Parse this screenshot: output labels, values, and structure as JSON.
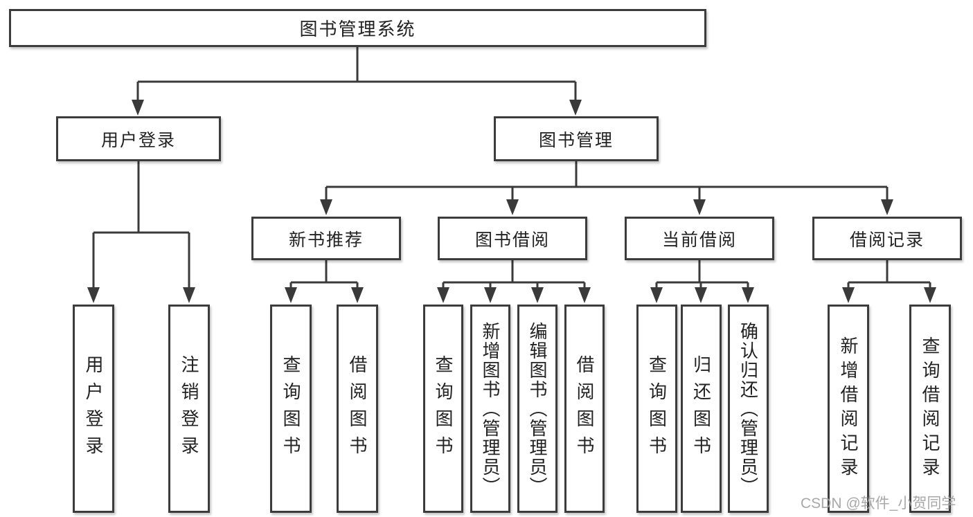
{
  "colors": {
    "background": "#ffffff",
    "line": "#3a3a3a",
    "box_border": "#3c3c3c",
    "box_fill": "#ffffff",
    "text": "#222222",
    "watermark": "#a3a3a3"
  },
  "tree": {
    "root": {
      "label": "图书管理系统"
    },
    "branches": [
      {
        "label": "用户登录",
        "children": [
          {
            "label": "用户登录"
          },
          {
            "label": "注销登录"
          }
        ]
      },
      {
        "label": "图书管理",
        "children": [
          {
            "label": "新书推荐",
            "children": [
              {
                "label": "查询图书"
              },
              {
                "label": "借阅图书"
              }
            ]
          },
          {
            "label": "图书借阅",
            "children": [
              {
                "label": "查询图书"
              },
              {
                "label": "新增图书（管理员）"
              },
              {
                "label": "编辑图书（管理员）"
              },
              {
                "label": "借阅图书"
              }
            ]
          },
          {
            "label": "当前借阅",
            "children": [
              {
                "label": "查询图书"
              },
              {
                "label": "归还图书"
              },
              {
                "label": "确认归还（管理员）"
              }
            ]
          },
          {
            "label": "借阅记录",
            "children": [
              {
                "label": "新增借阅记录"
              },
              {
                "label": "查询借阅记录"
              }
            ]
          }
        ]
      }
    ]
  },
  "watermark": {
    "text": "CSDN @软件_小贺同学"
  }
}
